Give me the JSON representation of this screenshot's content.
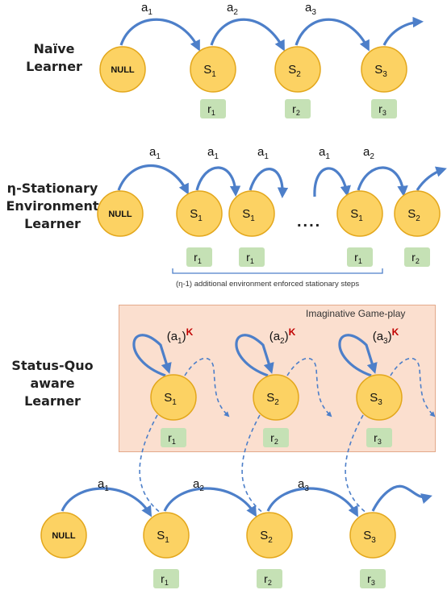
{
  "sections": {
    "naive": {
      "line1": "Naïve",
      "line2": "Learner"
    },
    "eta": {
      "line1": "η-Stationary",
      "line2": "Environment",
      "line3": "Learner"
    },
    "sq": {
      "line1": "Status-Quo",
      "line2": "aware",
      "line3": "Learner"
    }
  },
  "bracket_caption": "(η-1) additional environment enforced stationary steps",
  "imaginative_label": "Imaginative Game-play",
  "ellipsis": "....",
  "node_labels": {
    "null": "NULL",
    "state": "S",
    "reward": "r"
  },
  "naive_row": {
    "nodes": [
      "NULL",
      "1",
      "2",
      "3"
    ],
    "rewards": [
      "1",
      "2",
      "3"
    ],
    "actions": [
      "1",
      "2",
      "3"
    ]
  },
  "eta_row": {
    "nodes": [
      "NULL",
      "1",
      "1",
      "1",
      "2"
    ],
    "rewards": [
      "1",
      "1",
      "1",
      "2"
    ],
    "actions": [
      "1",
      "1",
      "1",
      "1",
      "2"
    ]
  },
  "imag_row": {
    "nodes": [
      "1",
      "2",
      "3"
    ],
    "rewards": [
      "1",
      "2",
      "3"
    ],
    "actions": [
      "1",
      "2",
      "3"
    ],
    "power": "K"
  },
  "sq_row": {
    "nodes": [
      "NULL",
      "1",
      "2",
      "3"
    ],
    "rewards": [
      "1",
      "2",
      "3"
    ],
    "actions": [
      "1",
      "2",
      "3"
    ]
  },
  "colors": {
    "node_fill": "#fcd263",
    "node_stroke": "#e3a71c",
    "reward_fill": "#c5e1b5",
    "arrow": "#4d7fc9",
    "panel_fill": "#fbdfcf",
    "power_color": "#c00000"
  }
}
